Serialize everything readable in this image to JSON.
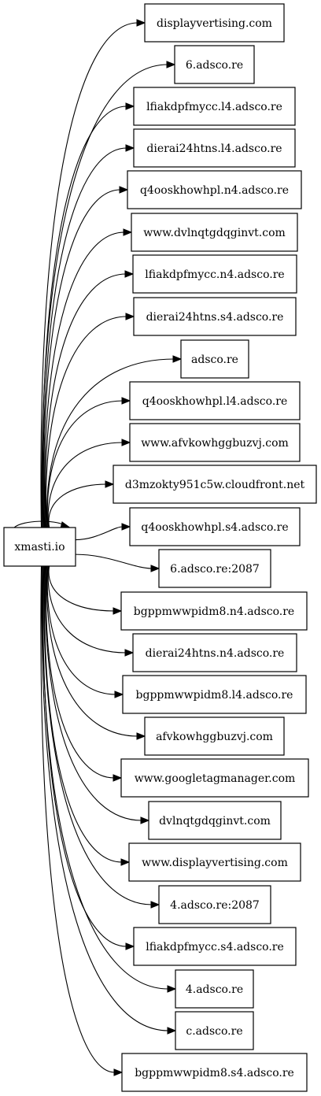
{
  "graph": {
    "source": "xmasti.io",
    "targets": [
      "displayvertising.com",
      "6.adsco.re",
      "lfiakdpfmycc.l4.adsco.re",
      "dierai24htns.l4.adsco.re",
      "q4ooskhowhpl.n4.adsco.re",
      "www.dvlnqtgdqginvt.com",
      "lfiakdpfmycc.n4.adsco.re",
      "dierai24htns.s4.adsco.re",
      "adsco.re",
      "q4ooskhowhpl.l4.adsco.re",
      "www.afvkowhggbuzvj.com",
      "d3mzokty951c5w.cloudfront.net",
      "q4ooskhowhpl.s4.adsco.re",
      "6.adsco.re:2087",
      "bgppmwwpidm8.n4.adsco.re",
      "dierai24htns.n4.adsco.re",
      "bgppmwwpidm8.l4.adsco.re",
      "afvkowhggbuzvj.com",
      "www.googletagmanager.com",
      "dvlnqtgdqginvt.com",
      "www.displayvertising.com",
      "4.adsco.re:2087",
      "lfiakdpfmycc.s4.adsco.re",
      "4.adsco.re",
      "c.adsco.re",
      "bgppmwwpidm8.s4.adsco.re"
    ]
  }
}
